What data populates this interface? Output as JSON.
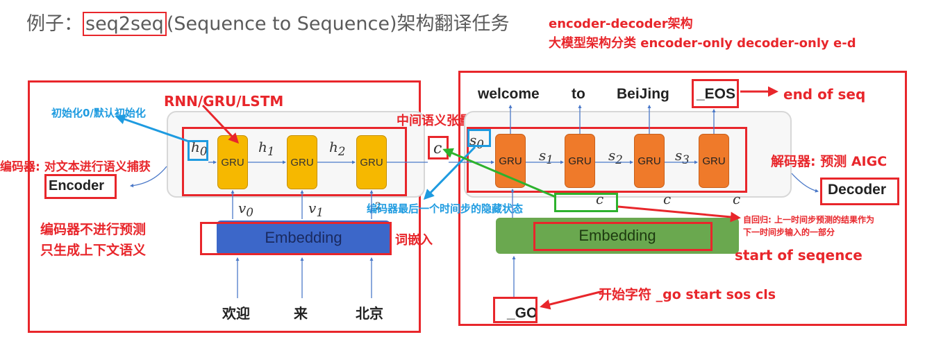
{
  "title": {
    "prefix": "例子：",
    "highlight": "seq2seq",
    "suffix": "(Sequence to Sequence)架构翻译任务"
  },
  "notes": {
    "arch": "encoder-decoder架构",
    "categories": "大模型架构分类 encoder-only  decoder-only e-d",
    "rnn": "RNN/GRU/LSTM",
    "init": "初始化0/默认初始化",
    "encoder_role": "编码器: 对文本进行语义捕获",
    "encoder_no_predict_1": "编码器不进行预测",
    "encoder_no_predict_2": "只生成上下文语义",
    "context_tensor": "中间语义张量c",
    "last_hidden": "编码器最后一个时间步的隐藏状态",
    "word_embedding": "词嵌入",
    "decoder_role": "解码器: 预测 AIGC",
    "end_of_seq": "end of seq",
    "autoregress_1": "自回归: 上一时间步预测的结果作为",
    "autoregress_2": "下一时间步输入的一部分",
    "start_of_seq": "start of seqence",
    "start_token": "开始字符 _go start sos cls"
  },
  "encoder": {
    "label": "Encoder",
    "cells": [
      "GRU",
      "GRU",
      "GRU"
    ],
    "hidden": [
      "h",
      "h",
      "h"
    ],
    "hidden_sub": [
      "0",
      "1",
      "2"
    ],
    "inputs": [
      "v",
      "v"
    ],
    "inputs_sub": [
      "0",
      "1"
    ],
    "embedding": "Embedding",
    "words": [
      "欢迎",
      "来",
      "北京"
    ],
    "input_last_sub": "2"
  },
  "decoder": {
    "label": "Decoder",
    "cells": [
      "GRU",
      "GRU",
      "GRU",
      "GRU"
    ],
    "state": [
      "s",
      "s",
      "s",
      "s"
    ],
    "state_sub": [
      "0",
      "1",
      "2",
      "3"
    ],
    "outputs": [
      "welcome",
      "to",
      "BeiJing",
      "_EOS"
    ],
    "context": [
      "c",
      "c",
      "c"
    ],
    "embedding": "Embedding",
    "go": "_GO"
  },
  "center_c": "c",
  "colors": {
    "annotation_red": "#e8262b",
    "annotation_blue": "#1e9be0",
    "annotation_green": "#2db22d",
    "gru_encoder": "#f6b800",
    "gru_decoder": "#ef7a2a",
    "embedding_encoder": "#3c67c9",
    "embedding_decoder": "#6aa84f"
  }
}
